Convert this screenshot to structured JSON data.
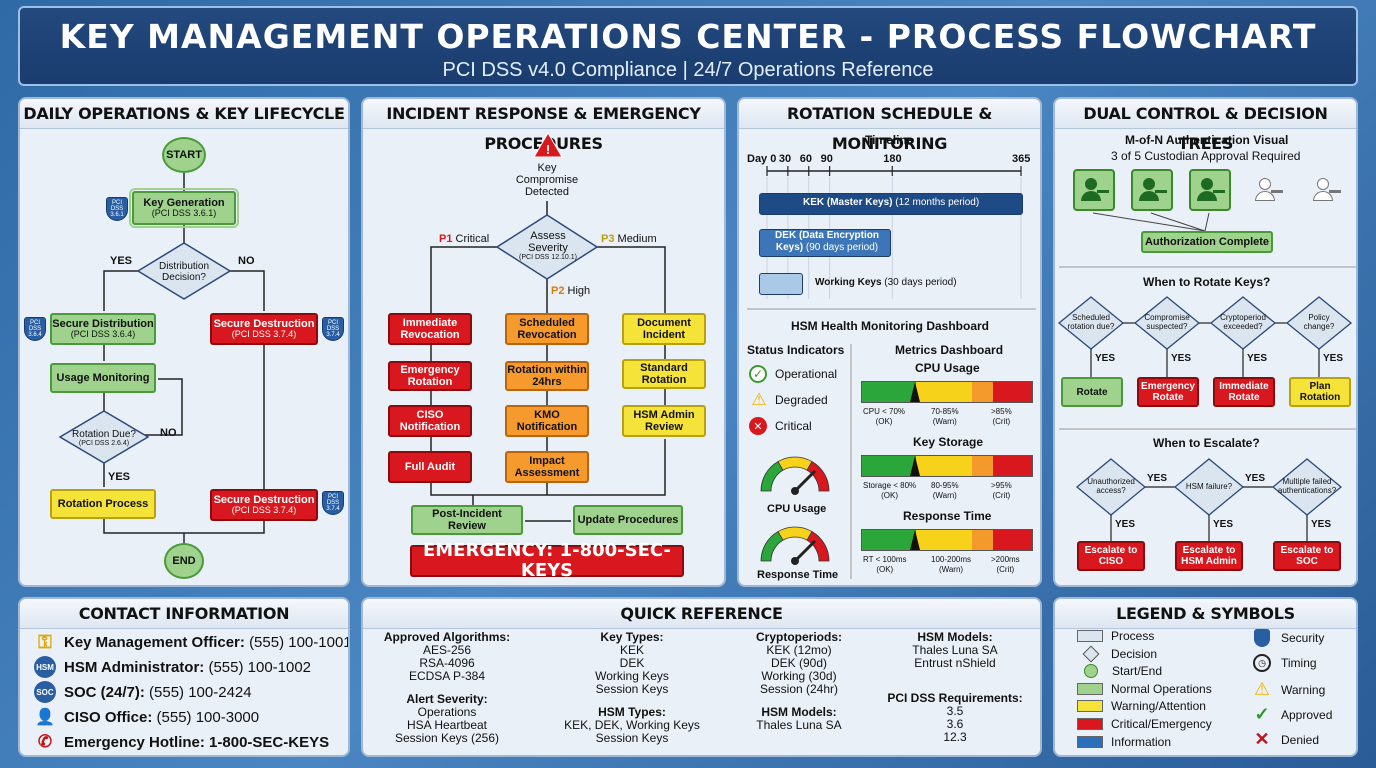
{
  "header": {
    "title": "KEY MANAGEMENT OPERATIONS CENTER - PROCESS FLOWCHART",
    "subtitle": "PCI DSS v4.0 Compliance | 24/7 Operations Reference"
  },
  "daily": {
    "title": "DAILY OPERATIONS & KEY LIFECYCLE",
    "start": "START",
    "keygen": "Key Generation",
    "keygen_ref": "(PCI DSS 3.6.1)",
    "shield1": "PCI DSS 3.6.1",
    "decision1": "Distribution Decision?",
    "yes": "YES",
    "no": "NO",
    "secure_dist": "Secure Distribution",
    "secure_dist_ref": "(PCI DSS 3.6.4)",
    "shield2": "PCI DSS 3.6.4",
    "secure_dest1": "Secure Destruction",
    "secure_dest1_ref": "(PCI DSS 3.7.4)",
    "shield3": "PCI DSS 3.7.4",
    "usage": "Usage Monitoring",
    "decision2": "Rotation Due?",
    "decision2_ref": "(PCI DSS 2.6.4)",
    "no2": "NO",
    "yes2": "YES",
    "rotation": "Rotation Process",
    "secure_dest2": "Secure Destruction",
    "secure_dest2_ref": "(PCI DSS 3.7.4)",
    "shield4": "PCI DSS 3.7.4",
    "end": "END"
  },
  "incident": {
    "title": "INCIDENT RESPONSE & EMERGENCY PROCEDURES",
    "trigger": "Key Compromise Detected",
    "assess": "Assess Severity",
    "assess_ref": "(PCI DSS 12.10.1)",
    "p1": "P1",
    "p1_label": "Critical",
    "p2": "P2",
    "p2_label": "High",
    "p3": "P3",
    "p3_label": "Medium",
    "col1": [
      "Immediate Revocation",
      "Emergency Rotation",
      "CISO Notification",
      "Full Audit"
    ],
    "col2": [
      "Scheduled Revocation",
      "Rotation within 24hrs",
      "KMO Notification",
      "Impact Assessment"
    ],
    "col3": [
      "Document Incident",
      "Standard Rotation",
      "HSM Admin Review"
    ],
    "post": "Post-Incident Review",
    "update": "Update Procedures",
    "emergency": "EMERGENCY: 1-800-SEC-KEYS"
  },
  "rotation": {
    "title": "ROTATION SCHEDULE & MONITORING",
    "timeline_title": "Timeline",
    "ticks": [
      "Day 0",
      "30",
      "60",
      "90",
      "180",
      "365"
    ],
    "tick_days": [
      0,
      30,
      60,
      90,
      180,
      365
    ],
    "bars": [
      {
        "label": "KEK (Master Keys)",
        "period": "(12 months period)",
        "days": 365
      },
      {
        "label": "DEK (Data Encryption Keys)",
        "period": "(90 days period)",
        "days": 90
      },
      {
        "label": "Working Keys",
        "period": "(30 days period)",
        "days": 30
      }
    ],
    "hsm_title": "HSM Health Monitoring Dashboard",
    "status_title": "Status Indicators",
    "statuses": [
      "Operational",
      "Degraded",
      "Critical"
    ],
    "metrics_title": "Metrics Dashboard",
    "cpu_gauge": "CPU Usage",
    "rt_gauge": "Response Time",
    "metrics": [
      {
        "name": "CPU Usage",
        "labels": [
          "CPU < 70%",
          "70-85%",
          ">85%"
        ],
        "sub": [
          "(OK)",
          "(Warn)",
          "(Crit)"
        ]
      },
      {
        "name": "Key Storage",
        "labels": [
          "Storage < 80%",
          "80-95%",
          ">95%"
        ],
        "sub": [
          "(OK)",
          "(Warn)",
          "(Crit)"
        ]
      },
      {
        "name": "Response Time",
        "labels": [
          "RT < 100ms",
          "100-200ms",
          ">200ms"
        ],
        "sub": [
          "(OK)",
          "(Warn)",
          "(Crit)"
        ]
      }
    ]
  },
  "dual": {
    "title": "DUAL CONTROL & DECISION TREES",
    "mofn_title": "M-of-N Authentication Visual",
    "mofn_sub": "3 of 5 Custodian Approval Required",
    "approved": 3,
    "total": 5,
    "auth_complete": "Authorization Complete",
    "rotate_title": "When to Rotate Keys?",
    "rotate_q": [
      "Scheduled rotation due?",
      "Compromise suspected?",
      "Cryptoperiod exceeded?",
      "Policy change?"
    ],
    "rotate_yes": "YES",
    "rotate_a": [
      "Rotate",
      "Emergency Rotate",
      "Immediate Rotate",
      "Plan Rotation"
    ],
    "escalate_title": "When to Escalate?",
    "esc_q": [
      "Unauthorized access?",
      "HSM failure?",
      "Multiple failed authentications?"
    ],
    "esc_yes": "YES",
    "esc_a": [
      "Escalate to CISO",
      "Escalate to HSM Admin",
      "Escalate to SOC"
    ]
  },
  "contact": {
    "title": "CONTACT INFORMATION",
    "rows": [
      {
        "icon": "key-icon",
        "label": "Key Management Officer:",
        "value": "(555) 100-1001"
      },
      {
        "icon": "hsm-icon",
        "badge": "HSM",
        "label": "HSM Administrator:",
        "value": "(555) 100-1002"
      },
      {
        "icon": "soc-icon",
        "badge": "SOC",
        "label": "SOC (24/7):",
        "value": "(555) 100-2424"
      },
      {
        "icon": "person-icon",
        "label": "CISO Office:",
        "value": "(555) 100-3000"
      },
      {
        "icon": "phone-icon",
        "label": "Emergency Hotline:",
        "value": "1-800-SEC-KEYS"
      }
    ]
  },
  "quick": {
    "title": "QUICK REFERENCE",
    "c1h": "Approved Algorithms:",
    "c1": [
      "AES-256",
      "RSA-4096",
      "ECDSA P-384"
    ],
    "c1bh": "Alert Severity:",
    "c1b": [
      "Operations",
      "HSA Heartbeat",
      "Session Keys (256)"
    ],
    "c2h": "Key Types:",
    "c2": [
      "KEK",
      "DEK",
      "Working Keys",
      "Session Keys"
    ],
    "c2bh": "HSM Types:",
    "c2b": [
      "KEK, DEK, Working Keys",
      "Session Keys"
    ],
    "c3h": "Cryptoperiods:",
    "c3": [
      "KEK (12mo)",
      "DEK (90d)",
      "Working (30d)",
      "Session (24hr)"
    ],
    "c3bh": "HSM Models:",
    "c3b": [
      "Thales Luna SA"
    ],
    "c4h": "HSM Models:",
    "c4": [
      "Thales Luna SA",
      "Entrust nShield"
    ],
    "c4bh": "PCI DSS Requirements:",
    "c4b": [
      "3.5",
      "3.6",
      "12.3"
    ]
  },
  "legend": {
    "title": "LEGEND & SYMBOLS",
    "left": [
      {
        "label": "Process",
        "color": "#dbe5f0"
      },
      {
        "label": "Decision",
        "color": "#dbe5f0"
      },
      {
        "label": "Start/End",
        "color": "#9fd28c"
      },
      {
        "label": "Normal Operations",
        "color": "#9fd28c"
      },
      {
        "label": "Warning/Attention",
        "color": "#f6e33a"
      },
      {
        "label": "Critical/Emergency",
        "color": "#d8181e"
      },
      {
        "label": "Information",
        "color": "#2d6fb8"
      }
    ],
    "right": [
      {
        "label": "Security",
        "icon": "shield-icon"
      },
      {
        "label": "Timing",
        "icon": "clock-icon"
      },
      {
        "label": "Warning",
        "icon": "warning-icon"
      },
      {
        "label": "Approved",
        "icon": "check-icon"
      },
      {
        "label": "Denied",
        "icon": "x-icon"
      }
    ]
  }
}
